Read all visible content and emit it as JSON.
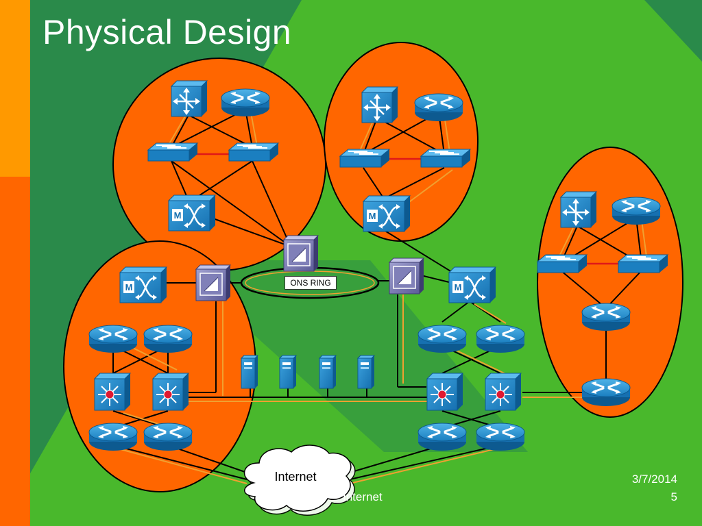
{
  "slide": {
    "title": "Physical Design",
    "footer_text": "Internet",
    "date": "3/7/2014",
    "page_number": "5"
  },
  "diagram": {
    "ring_label": "ONS RING",
    "cloud_label": "Internet",
    "colors": {
      "background": "#2a8a4a",
      "bright_green": "#49b82c",
      "orange_zone": "#ff6600",
      "left_bar_top": "#ff9900",
      "device_blue": "#1e88c8",
      "device_purple": "#7c7cb6",
      "link_red": "#e01818",
      "link_orange": "#f0a030"
    },
    "icons": {
      "multilayer_switch": "multilayer-switch-icon",
      "router": "router-icon",
      "workgroup_switch": "workgroup-switch-icon",
      "atm_switch": "atm-switch-icon",
      "ons_node": "ons-node-icon",
      "core_switch": "core-switch-icon",
      "server": "server-icon",
      "cloud": "cloud-icon"
    }
  }
}
